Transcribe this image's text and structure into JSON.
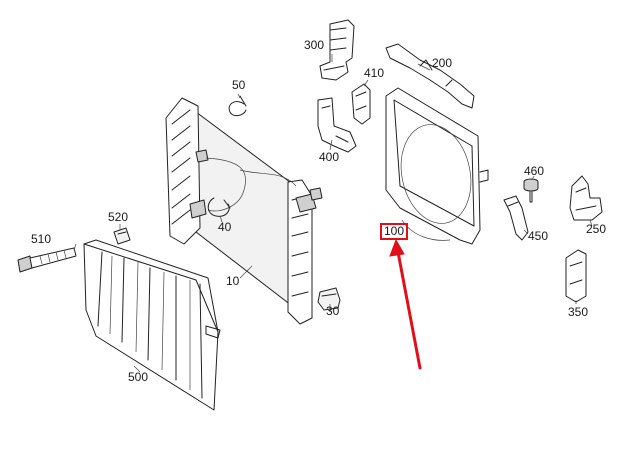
{
  "parts": [
    {
      "id": "p300",
      "label": "300"
    },
    {
      "id": "p200",
      "label": "200"
    },
    {
      "id": "p410",
      "label": "410"
    },
    {
      "id": "p50",
      "label": "50"
    },
    {
      "id": "p400",
      "label": "400"
    },
    {
      "id": "p460",
      "label": "460"
    },
    {
      "id": "p520",
      "label": "520"
    },
    {
      "id": "p510",
      "label": "510"
    },
    {
      "id": "p40",
      "label": "40"
    },
    {
      "id": "p100",
      "label": "100",
      "highlighted": true
    },
    {
      "id": "p450",
      "label": "450"
    },
    {
      "id": "p250",
      "label": "250"
    },
    {
      "id": "p10",
      "label": "10"
    },
    {
      "id": "p30",
      "label": "30"
    },
    {
      "id": "p350",
      "label": "350"
    },
    {
      "id": "p500",
      "label": "500"
    }
  ],
  "highlight_color": "#e0101a",
  "line_color": "#222222"
}
